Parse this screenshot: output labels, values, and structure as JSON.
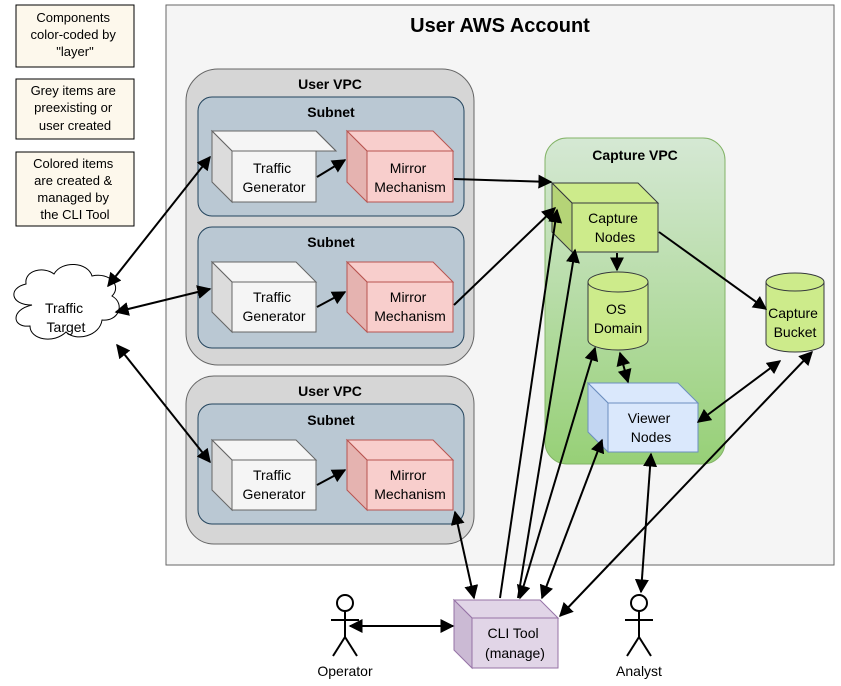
{
  "legend": {
    "layer_note": [
      "Components",
      "color-coded by",
      "\"layer\""
    ],
    "grey_note": [
      "Grey items are",
      "preexisting or",
      "user created"
    ],
    "colored_note": [
      "Colored items",
      "are created &",
      "managed by",
      "the CLI Tool"
    ]
  },
  "account": {
    "title": "User AWS Account"
  },
  "user_vpc_1": {
    "title": "User VPC",
    "subnet_a": {
      "title": "Subnet",
      "generator": [
        "Traffic",
        "Generator"
      ],
      "mirror": [
        "Mirror",
        "Mechanism"
      ]
    },
    "subnet_b": {
      "title": "Subnet",
      "generator": [
        "Traffic",
        "Generator"
      ],
      "mirror": [
        "Mirror",
        "Mechanism"
      ]
    }
  },
  "user_vpc_2": {
    "title": "User VPC",
    "subnet_a": {
      "title": "Subnet",
      "generator": [
        "Traffic",
        "Generator"
      ],
      "mirror": [
        "Mirror",
        "Mechanism"
      ]
    }
  },
  "capture_vpc": {
    "title": "Capture VPC",
    "capture_nodes": [
      "Capture",
      "Nodes"
    ],
    "os_domain": [
      "OS",
      "Domain"
    ],
    "viewer_nodes": [
      "Viewer",
      "Nodes"
    ]
  },
  "capture_bucket": [
    "Capture",
    "Bucket"
  ],
  "traffic_target": [
    "Traffic",
    "Target"
  ],
  "cli_tool": [
    "CLI Tool",
    "(manage)"
  ],
  "operator": "Operator",
  "analyst": "Analyst",
  "colors": {
    "grey_box": "#f5f5f5",
    "mirror": "#f8cecc",
    "capture_green": "#cdeb8b",
    "viewer_blue": "#dae8fc",
    "cli_purple": "#e1d5e7",
    "subnet": "#bac8d3",
    "vpc": "#d6d6d6",
    "account": "#f5f5f5",
    "legend_bg": "#fdf8ec"
  }
}
